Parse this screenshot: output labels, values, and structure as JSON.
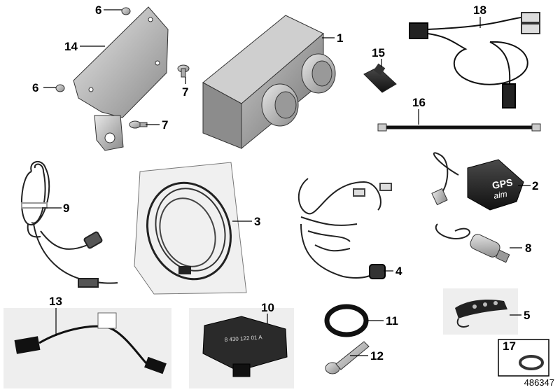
{
  "diagram": {
    "id": "486347",
    "callouts": [
      "1",
      "2",
      "3",
      "4",
      "5",
      "6",
      "6",
      "7",
      "7",
      "8",
      "9",
      "10",
      "11",
      "12",
      "13",
      "14",
      "15",
      "16",
      "17",
      "18"
    ],
    "part_labels": {
      "gps_logo": "GPS",
      "aim_logo": "aim",
      "module_code": "8 430 122 01 A"
    }
  }
}
